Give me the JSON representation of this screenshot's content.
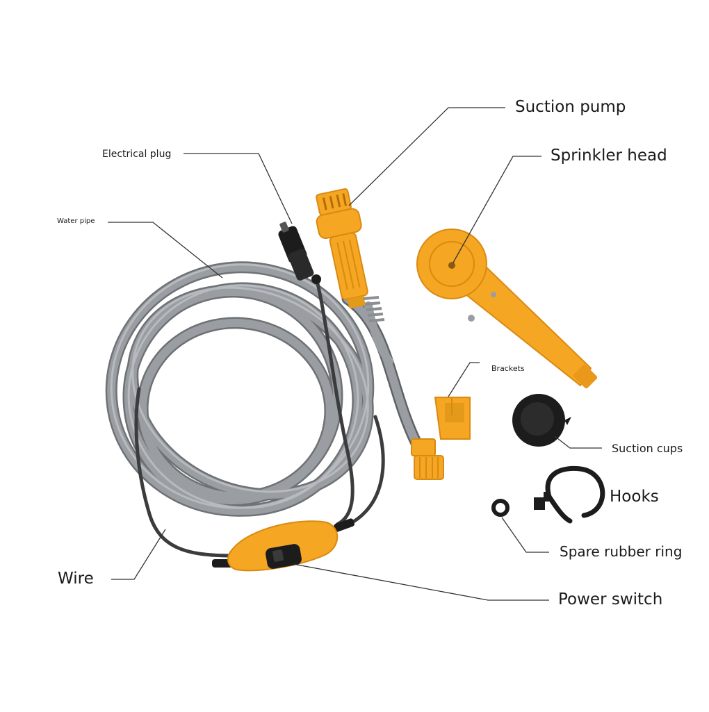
{
  "labels": {
    "suction_pump": "Suction pump",
    "sprinkler_head": "Sprinkler head",
    "electrical_plug": "Electrical plug",
    "water_pipe": "Water pipe",
    "brackets": "Brackets",
    "suction_cups": "Suction cups",
    "hooks": "Hooks",
    "spare_rubber_ring": "Spare rubber ring",
    "wire": "Wire",
    "power_switch": "Power switch"
  },
  "colors": {
    "part_yellow": "#f5a623",
    "part_yellow_dark": "#d98a10",
    "hose_gray": "#8e9296",
    "hose_gray_dark": "#5f6367",
    "cable_black": "#1c1c1c",
    "leader_line": "#333333"
  }
}
